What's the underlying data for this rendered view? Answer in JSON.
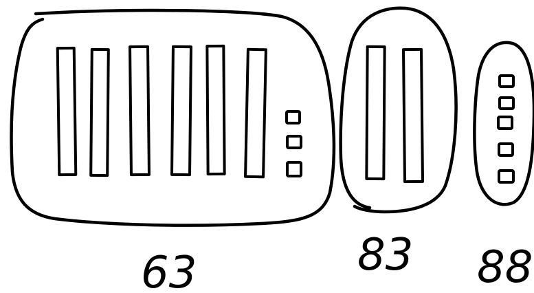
{
  "groups": [
    {
      "label": "63",
      "tens": 6,
      "ones": 3
    },
    {
      "label": "83",
      "tens": 2,
      "ones": 0
    },
    {
      "label": "88",
      "tens": 0,
      "ones": 5
    }
  ]
}
